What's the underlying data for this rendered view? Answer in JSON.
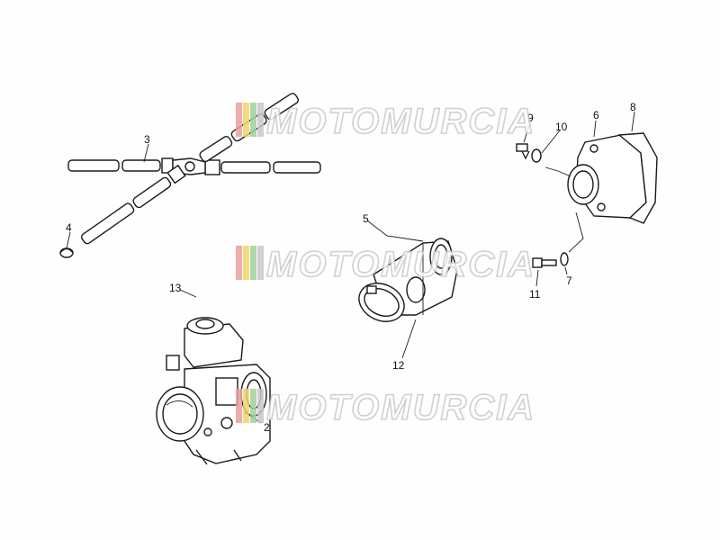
{
  "callouts": {
    "c1": "2",
    "c2": "3",
    "c3": "4",
    "c4": "5",
    "c5": "6",
    "c6": "7",
    "c7": "8",
    "c8": "9",
    "c9": "10",
    "c10": "11",
    "c11": "12",
    "c12": "13"
  },
  "watermark": {
    "text": "MOTOMURCIA",
    "colors": [
      "#e8a0a0",
      "#f2d36b",
      "#9fd29a",
      "#c8c8c8"
    ]
  }
}
